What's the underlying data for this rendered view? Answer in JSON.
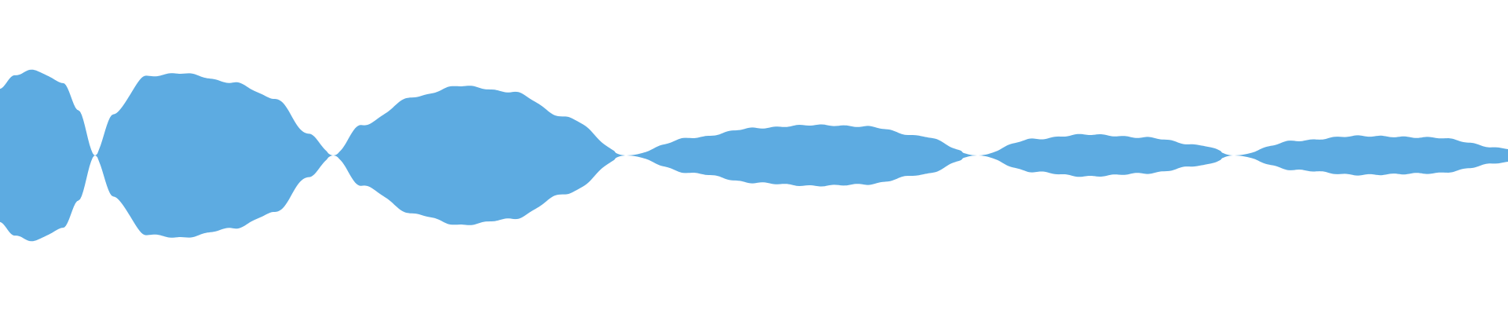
{
  "waveform": {
    "color": "#5DABE1",
    "background": "#FFFFFF",
    "envelope": [
      {
        "t": 0.0,
        "amp": 0.21
      },
      {
        "t": 0.01,
        "amp": 0.255
      },
      {
        "t": 0.022,
        "amp": 0.27
      },
      {
        "t": 0.042,
        "amp": 0.23
      },
      {
        "t": 0.052,
        "amp": 0.14
      },
      {
        "t": 0.063,
        "amp": 0.0
      },
      {
        "t": 0.075,
        "amp": 0.13
      },
      {
        "t": 0.097,
        "amp": 0.25
      },
      {
        "t": 0.12,
        "amp": 0.26
      },
      {
        "t": 0.155,
        "amp": 0.23
      },
      {
        "t": 0.182,
        "amp": 0.18
      },
      {
        "t": 0.205,
        "amp": 0.065
      },
      {
        "t": 0.221,
        "amp": 0.0
      },
      {
        "t": 0.24,
        "amp": 0.095
      },
      {
        "t": 0.275,
        "amp": 0.185
      },
      {
        "t": 0.305,
        "amp": 0.22
      },
      {
        "t": 0.34,
        "amp": 0.2
      },
      {
        "t": 0.375,
        "amp": 0.12
      },
      {
        "t": 0.415,
        "amp": 0.0
      },
      {
        "t": 0.46,
        "amp": 0.055
      },
      {
        "t": 0.5,
        "amp": 0.085
      },
      {
        "t": 0.54,
        "amp": 0.095
      },
      {
        "t": 0.575,
        "amp": 0.09
      },
      {
        "t": 0.61,
        "amp": 0.06
      },
      {
        "t": 0.648,
        "amp": 0.0
      },
      {
        "t": 0.685,
        "amp": 0.05
      },
      {
        "t": 0.72,
        "amp": 0.065
      },
      {
        "t": 0.76,
        "amp": 0.055
      },
      {
        "t": 0.797,
        "amp": 0.03
      },
      {
        "t": 0.818,
        "amp": 0.0
      },
      {
        "t": 0.86,
        "amp": 0.045
      },
      {
        "t": 0.9,
        "amp": 0.06
      },
      {
        "t": 0.95,
        "amp": 0.055
      },
      {
        "t": 1.0,
        "amp": 0.02
      }
    ]
  }
}
